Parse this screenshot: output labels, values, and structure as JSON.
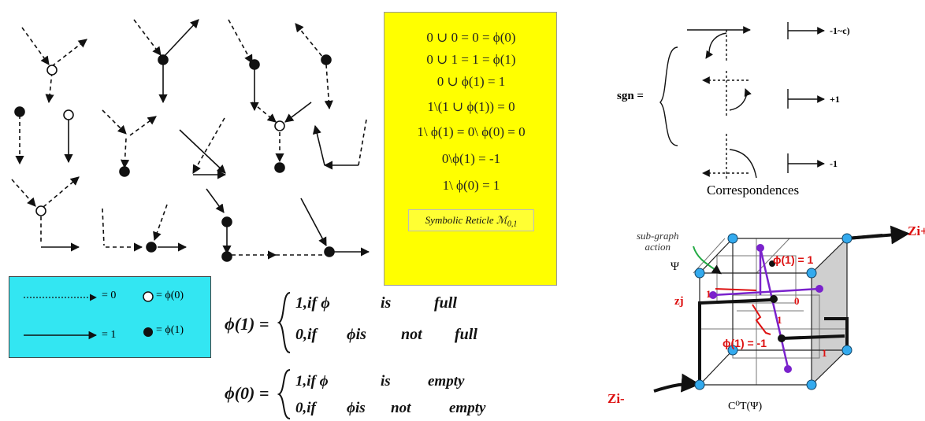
{
  "reticle": {
    "lines": [
      "0 ∪ 0 = 0 = ϕ(0)",
      "0 ∪ 1 = 1 = ϕ(1)",
      "0 ∪ ϕ(1) = 1",
      "1\\(1 ∪ ϕ(1)) = 0",
      "1\\ ϕ(1) = 0\\ ϕ(0) = 0",
      "0\\ϕ(1) = -1",
      "1\\ ϕ(0) = 1"
    ],
    "caption": "Symbolic Reticle ℳ",
    "caption_sub": "0,1",
    "background": "#ffff00"
  },
  "legend": {
    "dashed_value": "= 0",
    "solid_value": "= 1",
    "hollow_value": "= ϕ(0)",
    "filled_value": "= ϕ(1)",
    "background": "#33e6f2"
  },
  "formulas": {
    "phi1": {
      "lhs": "ϕ(1) =",
      "case1": [
        "1,if ϕ",
        "is",
        "full"
      ],
      "case2": [
        "0,if",
        "ϕis",
        "not",
        "full"
      ]
    },
    "phi0": {
      "lhs": "ϕ(0) =",
      "case1": [
        "1,if ϕ",
        "is",
        "empty"
      ],
      "case2": [
        "0,if",
        "ϕis",
        "not",
        "empty"
      ]
    }
  },
  "sgn": {
    "label": "sgn =",
    "values": [
      "-1~c)",
      "+1",
      "-1"
    ],
    "caption": "Correspondences"
  },
  "cube": {
    "subgraph_label": [
      "sub-graph",
      "action"
    ],
    "psi": "Ψ",
    "phi1_eq_1": "ϕ(1) = 1",
    "phi1_eq_minus1": "ϕ(1) = -1",
    "zj": "zj",
    "zero": "0",
    "one_a": "1",
    "one_b": "1",
    "one_c": "1",
    "zi_plus": "Zi+",
    "zi_minus": "Zi-",
    "caption": "C⁰T(Ψ)",
    "node_color": "#33aaee",
    "purple_color": "#7a22cc"
  }
}
